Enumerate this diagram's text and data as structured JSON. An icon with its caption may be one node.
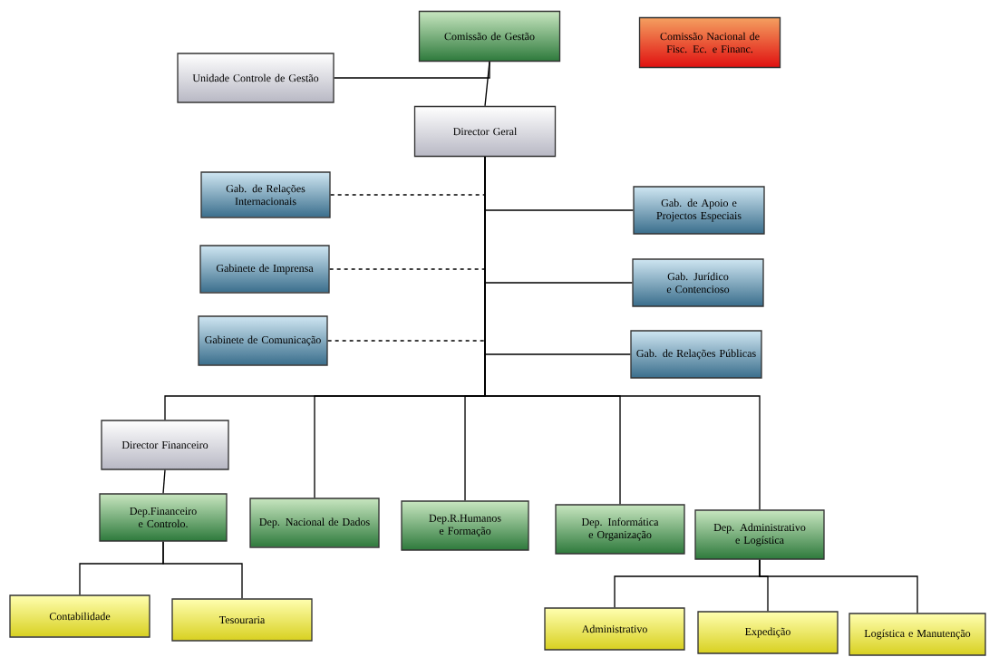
{
  "diagram": {
    "nodes": [
      {
        "text": [
          "Comissão de Gestão"
        ]
      },
      {
        "text": [
          "Comissão Nacional de Fisc. Ec. e Financ."
        ]
      },
      {
        "text": [
          "Unidade Controle de Gestão"
        ]
      },
      {
        "text": [
          "Director Geral"
        ]
      },
      {
        "text": [
          "Gab. de Relações Internacionais"
        ]
      },
      {
        "text": [
          "Gab. de Apoio e Projectos Especiais"
        ]
      },
      {
        "text": [
          "Gabinete de Imprensa"
        ]
      },
      {
        "text": [
          "Gab. Jurídico e Contencioso"
        ]
      },
      {
        "text": [
          "Gabinete de Comunicação"
        ]
      },
      {
        "text": [
          "Gab. de Relações Públicas"
        ]
      },
      {
        "text": [
          "Director Financeiro"
        ]
      },
      {
        "text": [
          "Dep.Financeiro e Controlo."
        ]
      },
      {
        "text": [
          "Dep. Nacional de Dados"
        ]
      },
      {
        "text": [
          "Dep.R.Humanos e Formação"
        ]
      },
      {
        "text": [
          "Dep. Informática e Organização"
        ]
      },
      {
        "text": [
          "Dep. Administrativo e Logística"
        ]
      },
      {
        "text": [
          "Contabilidade"
        ]
      },
      {
        "text": [
          "Tesouraria"
        ]
      },
      {
        "text": [
          "Administrativo"
        ]
      },
      {
        "text": [
          "Expedição"
        ]
      },
      {
        "text": [
          "Logística e Manutenção"
        ]
      }
    ],
    "edges": [
      {
        "from": 0,
        "to": 3,
        "arrow": "none"
      },
      {
        "from": 2,
        "to": 0,
        "arrow": "none"
      },
      {
        "from": 4,
        "to": 3,
        "arrow": "none",
        "style": "dashed"
      },
      {
        "from": 6,
        "to": 3,
        "arrow": "none",
        "style": "dashed"
      },
      {
        "from": 8,
        "to": 3,
        "arrow": "none",
        "style": "dashed"
      },
      {
        "from": 3,
        "to": 5,
        "arrow": "none"
      },
      {
        "from": 3,
        "to": 7,
        "arrow": "none"
      },
      {
        "from": 3,
        "to": 9,
        "arrow": "none"
      },
      {
        "from": 3,
        "to": 10,
        "arrow": "none"
      },
      {
        "from": 3,
        "to": 12,
        "arrow": "none"
      },
      {
        "from": 3,
        "to": 13,
        "arrow": "none"
      },
      {
        "from": 3,
        "to": 14,
        "arrow": "none"
      },
      {
        "from": 3,
        "to": 15,
        "arrow": "none"
      },
      {
        "from": 10,
        "to": 11,
        "arrow": "none"
      },
      {
        "from": 11,
        "to": 16,
        "arrow": "none"
      },
      {
        "from": 11,
        "to": 17,
        "arrow": "none"
      },
      {
        "from": 15,
        "to": 18,
        "arrow": "none"
      },
      {
        "from": 15,
        "to": 19,
        "arrow": "none"
      },
      {
        "from": 15,
        "to": 20,
        "arrow": "none"
      }
    ]
  }
}
